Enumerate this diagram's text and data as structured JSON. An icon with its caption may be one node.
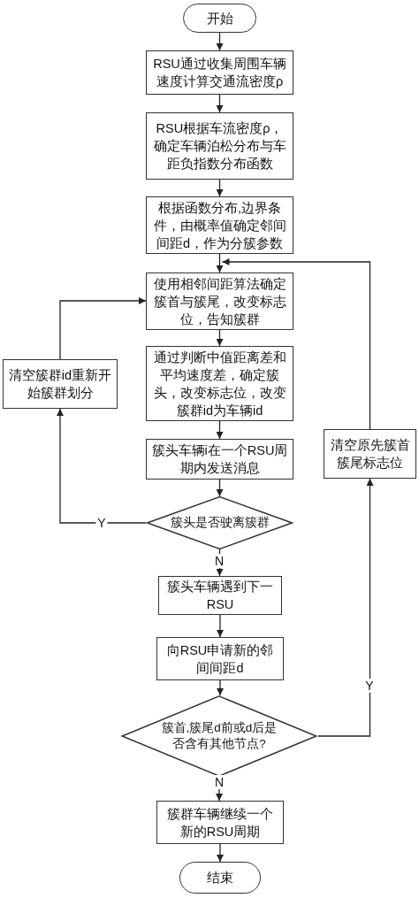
{
  "diagram": {
    "nodes": [
      {
        "text": [
          "开始"
        ]
      },
      {
        "text": [
          "RSU通过收集周围车辆速度计算交通流密度ρ"
        ]
      },
      {
        "text": [
          "RSU根据车流密度ρ，确定车辆泊松分布与车距负指数分布函数"
        ]
      },
      {
        "text": [
          "根据函数分布,边界条件，由概率值确定邻间间距d，作为分簇参数"
        ]
      },
      {
        "text": [
          "使用相邻间距算法确定簇首与簇尾，改变标志位，告知簇群"
        ]
      },
      {
        "text": [
          "通过判断中值距离差和平均速度差，确定簇头，改变标志位，改变簇群id为车辆id"
        ]
      },
      {
        "text": [
          "簇头车辆i在一个RSU周期内发送消息"
        ]
      },
      {
        "text": [
          "簇头是否驶离簇群"
        ]
      },
      {
        "text": [
          "簇头车辆遇到下一RSU"
        ]
      },
      {
        "text": [
          "向RSU申请新的邻间间距d"
        ]
      },
      {
        "text": [
          "簇首,簇尾d前或d后是否含有其他节点?"
        ]
      },
      {
        "text": [
          "簇群车辆继续一个新的RSU周期"
        ]
      },
      {
        "text": [
          "结束"
        ]
      },
      {
        "text": [
          "清空簇群id重新开始簇群划分"
        ]
      },
      {
        "text": [
          "清空原先簇首簇尾标志位"
        ]
      }
    ],
    "edges": [
      {
        "from": 0,
        "to": 1,
        "arrow": "to"
      },
      {
        "from": 1,
        "to": 2,
        "arrow": "to"
      },
      {
        "from": 2,
        "to": 3,
        "arrow": "to"
      },
      {
        "from": 3,
        "to": 4,
        "arrow": "to"
      },
      {
        "from": 4,
        "to": 5,
        "arrow": "to"
      },
      {
        "from": 5,
        "to": 6,
        "arrow": "to"
      },
      {
        "from": 6,
        "to": 7,
        "arrow": "to"
      },
      {
        "from": 7,
        "to": 8,
        "arrow": "to",
        "label": "N"
      },
      {
        "from": 7,
        "to": 13,
        "arrow": "to",
        "label": "Y"
      },
      {
        "from": 13,
        "to": 4,
        "arrow": "to"
      },
      {
        "from": 8,
        "to": 9,
        "arrow": "to"
      },
      {
        "from": 9,
        "to": 10,
        "arrow": "to"
      },
      {
        "from": 10,
        "to": 11,
        "arrow": "to",
        "label": "N"
      },
      {
        "from": 10,
        "to": 14,
        "arrow": "to",
        "label": "Y"
      },
      {
        "from": 14,
        "to": 4,
        "arrow": "to"
      },
      {
        "from": 11,
        "to": 12,
        "arrow": "to"
      }
    ]
  }
}
